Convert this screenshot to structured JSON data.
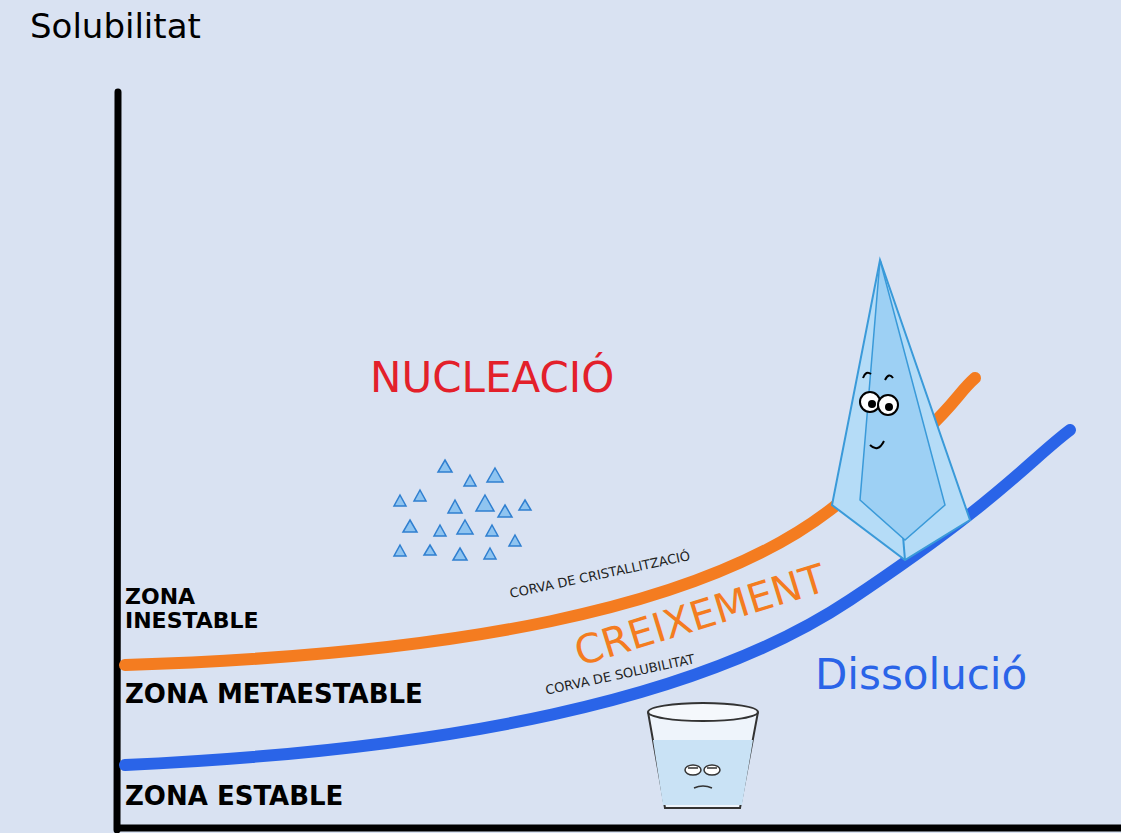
{
  "diagram": {
    "labels": [
      "Solubilitat",
      "NUCLEACIÓ",
      "ZONA INESTABLE",
      "ZONA METAESTABLE",
      "ZONA ESTABLE",
      "CORVA DE CRISTALLITZACIÓ",
      "CREIXEMENT",
      "CORVA DE SOLUBILITAT",
      "Dissolució"
    ]
  }
}
